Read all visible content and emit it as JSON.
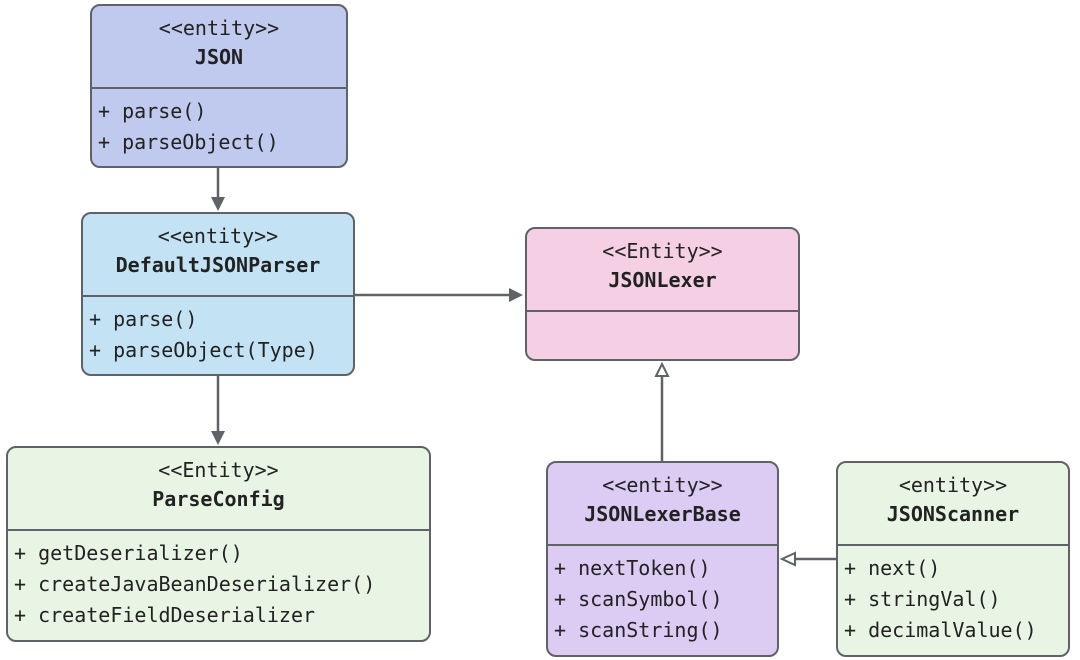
{
  "classes": {
    "json": {
      "stereotype": "<<entity>>",
      "name": "JSON",
      "methods": [
        "+ parse()",
        "+ parseObject()"
      ]
    },
    "default_json_parser": {
      "stereotype": "<<entity>>",
      "name": "DefaultJSONParser",
      "methods": [
        "+ parse()",
        "+ parseObject(Type)"
      ]
    },
    "parse_config": {
      "stereotype": "<<Entity>>",
      "name": "ParseConfig",
      "methods": [
        "+ getDeserializer()",
        "+ createJavaBeanDeserializer()",
        "+ createFieldDeserializer"
      ]
    },
    "json_lexer": {
      "stereotype": "<<Entity>>",
      "name": "JSONLexer",
      "methods": []
    },
    "json_lexer_base": {
      "stereotype": "<<entity>>",
      "name": "JSONLexerBase",
      "methods": [
        "+ nextToken()",
        "+ scanSymbol()",
        "+ scanString()"
      ]
    },
    "json_scanner": {
      "stereotype": "<entity>>",
      "name": "JSONScanner",
      "methods": [
        "+ next()",
        "+ stringVal()",
        "+ decimalValue()"
      ]
    }
  },
  "colors": {
    "json": "#c0c9ee",
    "default_json_parser": "#c3e3f5",
    "parse_config": "#e8f5e4",
    "json_lexer": "#f5cfe4",
    "json_lexer_base": "#dccbf3",
    "json_scanner": "#e8f5e4",
    "border": "#5f6368"
  },
  "relations": [
    {
      "from": "json",
      "to": "default_json_parser",
      "type": "association"
    },
    {
      "from": "default_json_parser",
      "to": "parse_config",
      "type": "association"
    },
    {
      "from": "default_json_parser",
      "to": "json_lexer",
      "type": "association"
    },
    {
      "from": "json_lexer_base",
      "to": "json_lexer",
      "type": "inheritance"
    },
    {
      "from": "json_scanner",
      "to": "json_lexer_base",
      "type": "inheritance"
    }
  ]
}
